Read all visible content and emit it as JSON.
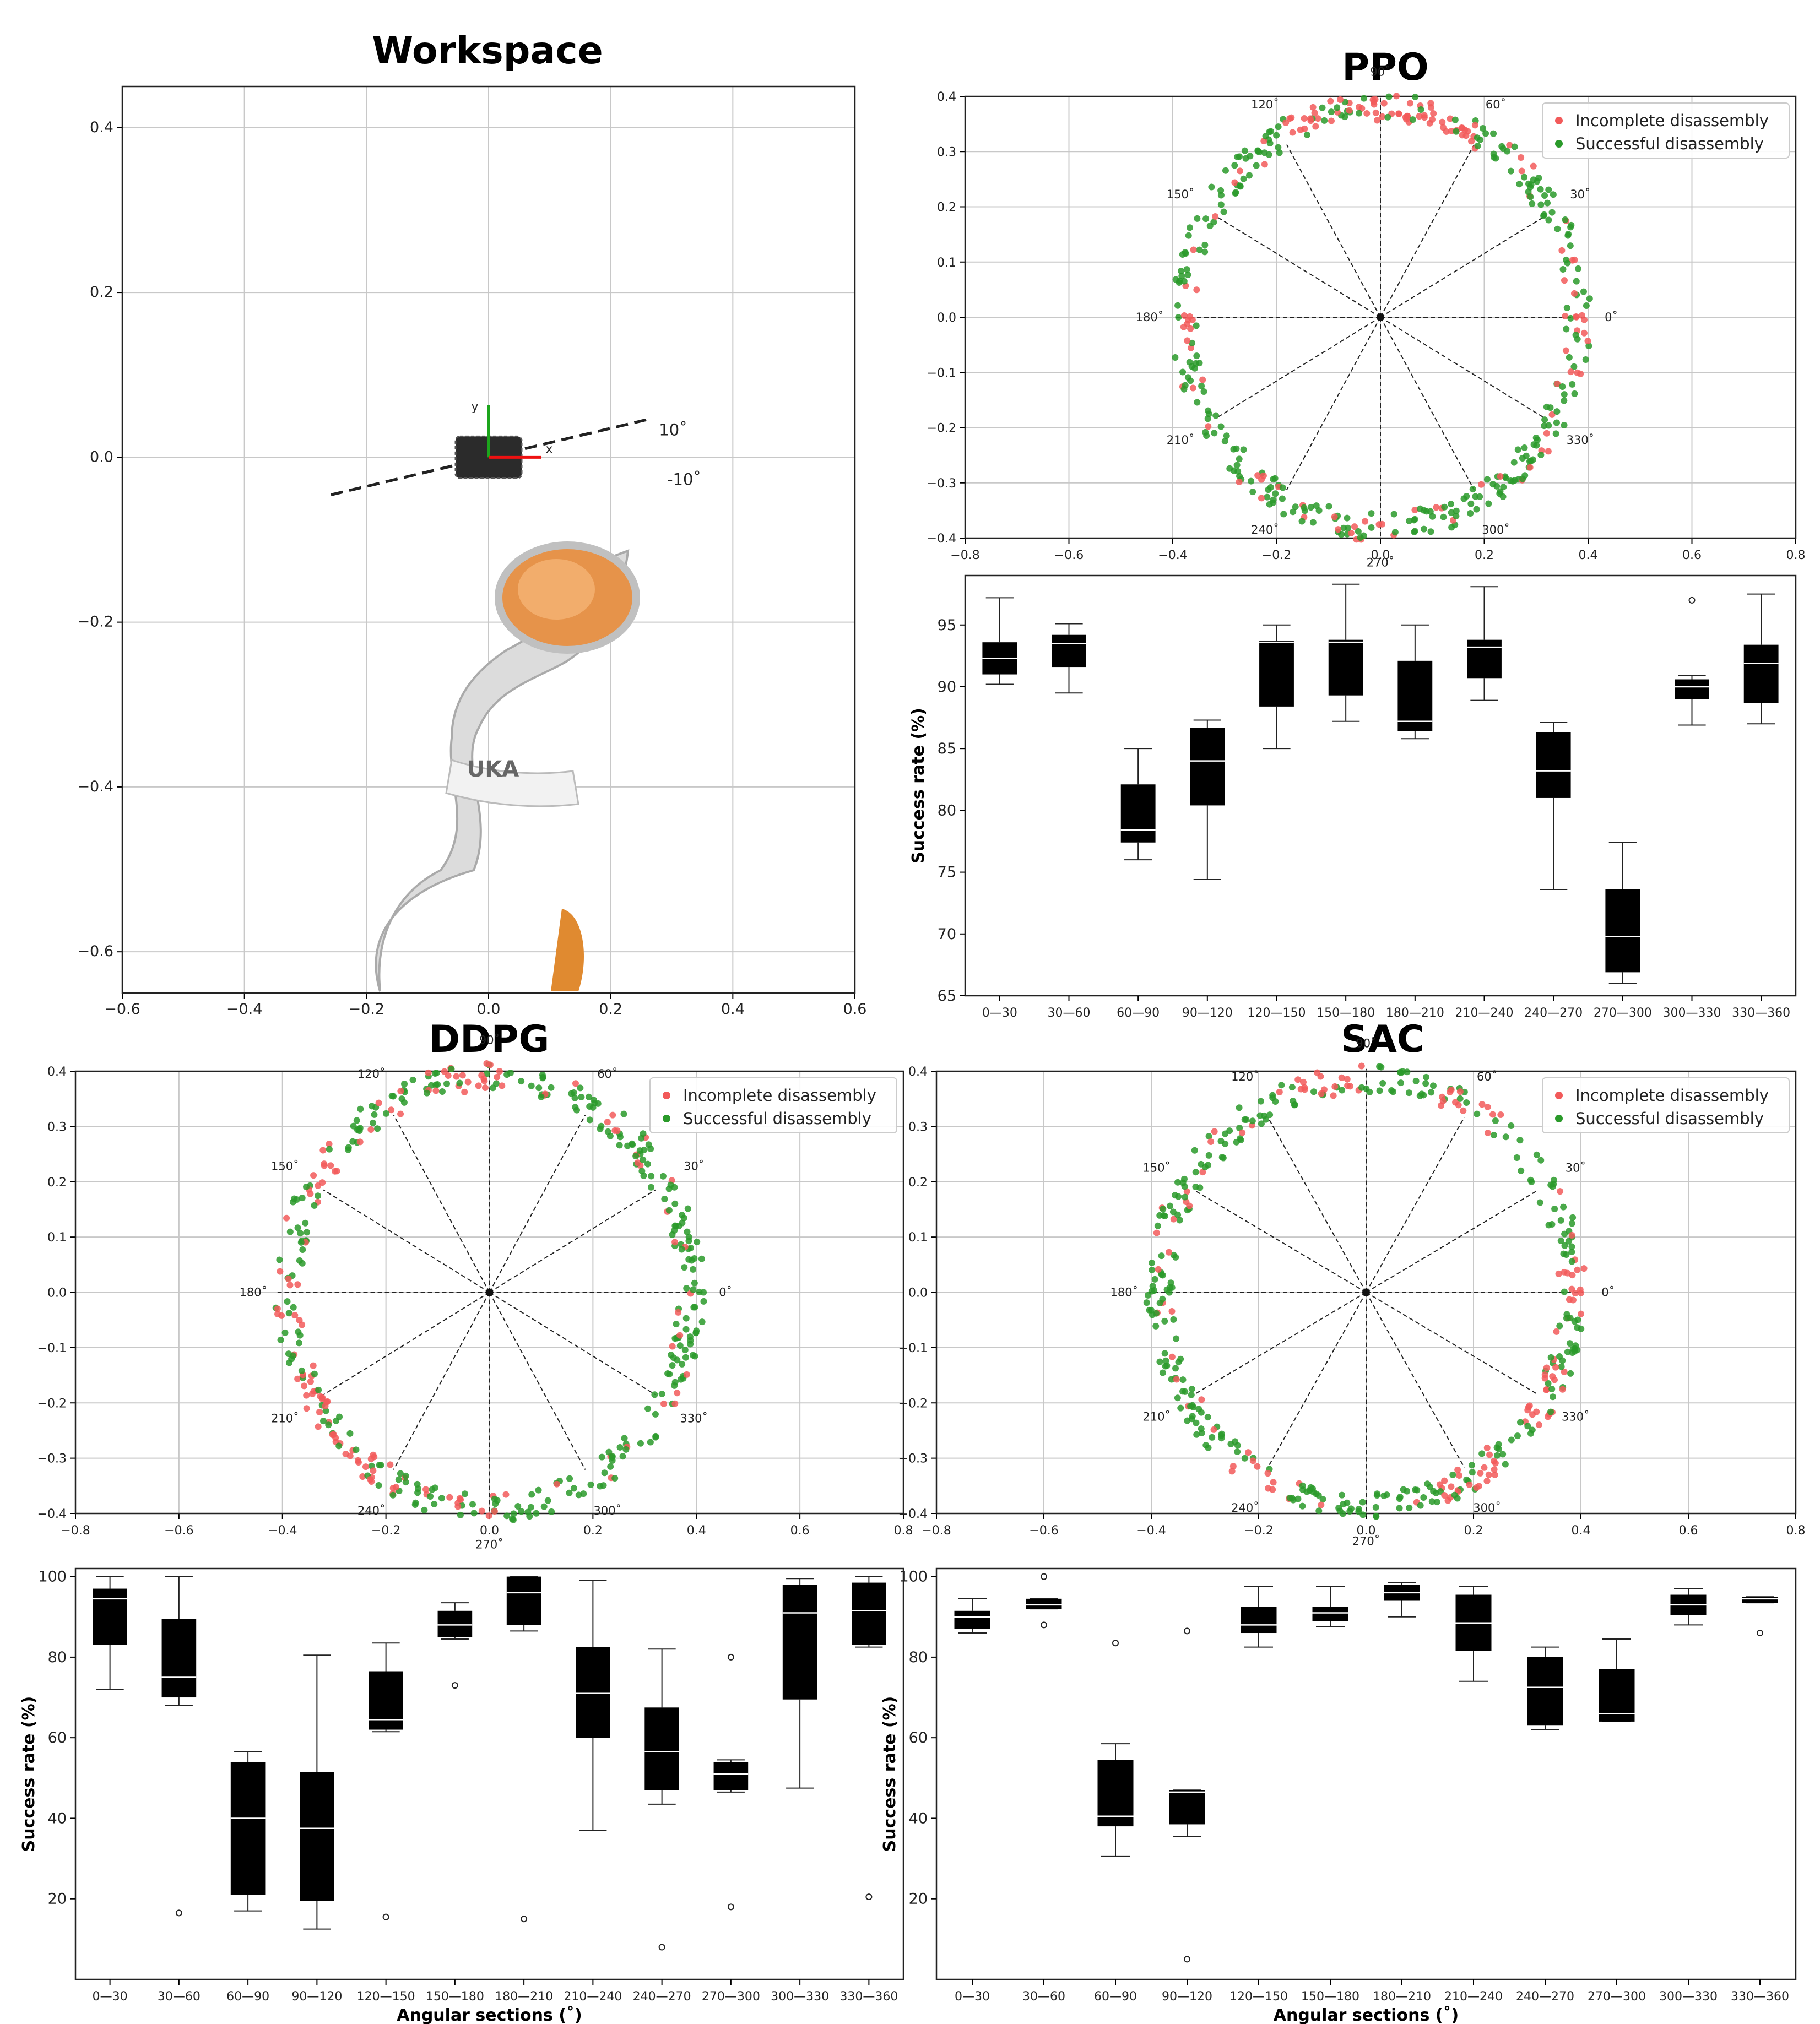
{
  "colors": {
    "incomplete": "#f25a5a",
    "successful": "#2a9a2a",
    "box": "#000000",
    "median": "#ffffff",
    "grid": "#c8c8c8"
  },
  "chart_data": [
    {
      "id": "workspace",
      "type": "scatter",
      "title": "Workspace",
      "xlim": [
        -0.6,
        0.6
      ],
      "ylim": [
        -0.65,
        0.45
      ],
      "xticks": [
        -0.6,
        -0.4,
        -0.2,
        0.0,
        0.2,
        0.4,
        0.6
      ],
      "yticks": [
        -0.6,
        -0.4,
        -0.2,
        0.0,
        0.2,
        0.4
      ],
      "grid": true,
      "angle_labels": [
        "10˚",
        "-10˚"
      ],
      "frame_labels": [
        "y",
        "x"
      ],
      "robot_label": "UKA",
      "robot_icon": "kuka-robot-arm-icon"
    },
    {
      "id": "ppo_scatter",
      "type": "scatter",
      "title": "PPO",
      "xlim": [
        -0.8,
        0.8
      ],
      "ylim": [
        -0.4,
        0.4
      ],
      "xticks": [
        -0.8,
        -0.6,
        -0.4,
        -0.2,
        0.0,
        0.2,
        0.4,
        0.6,
        0.8
      ],
      "yticks": [
        -0.4,
        -0.3,
        -0.2,
        -0.1,
        0.0,
        0.1,
        0.2,
        0.3,
        0.4
      ],
      "grid": true,
      "legend": "top-right",
      "series": [
        {
          "name": "Incomplete disassembly"
        },
        {
          "name": "Successful disassembly"
        }
      ],
      "radius": 0.38,
      "seed": 11,
      "red_fraction": 0.28,
      "red_angles": [
        90,
        110,
        70,
        270,
        0,
        180
      ],
      "angle_labels": [
        "0˚",
        "30˚",
        "60˚",
        "90˚",
        "120˚",
        "150˚",
        "180˚",
        "210˚",
        "240˚",
        "270˚",
        "300˚",
        "330˚"
      ]
    },
    {
      "id": "ppo_box",
      "type": "box",
      "ylabel": "Success rate (%)",
      "xlabel": "",
      "ylim": [
        65,
        99
      ],
      "yticks": [
        65,
        70,
        75,
        80,
        85,
        90,
        95
      ],
      "categories": [
        "0—30",
        "30—60",
        "60—90",
        "90—120",
        "120—150",
        "150—180",
        "180—210",
        "210—240",
        "240—270",
        "270—300",
        "300—330",
        "330—360"
      ],
      "boxes": [
        {
          "min": 90.2,
          "q1": 91.0,
          "med": 92.3,
          "q3": 93.6,
          "max": 97.2,
          "outliers": []
        },
        {
          "min": 89.5,
          "q1": 91.6,
          "med": 93.5,
          "q3": 94.2,
          "max": 95.1,
          "outliers": []
        },
        {
          "min": 76.0,
          "q1": 77.4,
          "med": 78.4,
          "q3": 82.1,
          "max": 85.0,
          "outliers": []
        },
        {
          "min": 74.4,
          "q1": 80.4,
          "med": 84.0,
          "q3": 86.7,
          "max": 87.3,
          "outliers": []
        },
        {
          "min": 85.0,
          "q1": 88.4,
          "med": 93.6,
          "q3": 93.7,
          "max": 95.0,
          "outliers": []
        },
        {
          "min": 87.2,
          "q1": 89.3,
          "med": 93.6,
          "q3": 93.8,
          "max": 98.3,
          "outliers": []
        },
        {
          "min": 85.8,
          "q1": 86.4,
          "med": 87.2,
          "q3": 92.1,
          "max": 95.0,
          "outliers": []
        },
        {
          "min": 88.9,
          "q1": 90.7,
          "med": 93.2,
          "q3": 93.8,
          "max": 98.1,
          "outliers": []
        },
        {
          "min": 73.6,
          "q1": 81.0,
          "med": 83.2,
          "q3": 86.3,
          "max": 87.1,
          "outliers": []
        },
        {
          "min": 66.0,
          "q1": 66.9,
          "med": 69.8,
          "q3": 73.6,
          "max": 77.4,
          "outliers": []
        },
        {
          "min": 86.9,
          "q1": 89.0,
          "med": 90.0,
          "q3": 90.6,
          "max": 90.9,
          "outliers": [
            97.0
          ]
        },
        {
          "min": 87.0,
          "q1": 88.7,
          "med": 91.9,
          "q3": 93.4,
          "max": 97.5,
          "outliers": []
        }
      ]
    },
    {
      "id": "ddpg_scatter",
      "type": "scatter",
      "title": "DDPG",
      "xlim": [
        -0.8,
        0.8
      ],
      "ylim": [
        -0.4,
        0.4
      ],
      "xticks": [
        -0.8,
        -0.6,
        -0.4,
        -0.2,
        0.0,
        0.2,
        0.4,
        0.6,
        0.8
      ],
      "yticks": [
        -0.4,
        -0.3,
        -0.2,
        -0.1,
        0.0,
        0.1,
        0.2,
        0.3,
        0.4
      ],
      "grid": true,
      "legend": "top-right",
      "series": [
        {
          "name": "Incomplete disassembly"
        },
        {
          "name": "Successful disassembly"
        }
      ],
      "radius": 0.39,
      "seed": 29,
      "red_fraction": 0.22,
      "red_angles": [
        95,
        145,
        210,
        230,
        265,
        180
      ],
      "angle_labels": [
        "0˚",
        "30˚",
        "60˚",
        "90˚",
        "120˚",
        "150˚",
        "180˚",
        "210˚",
        "240˚",
        "270˚",
        "300˚",
        "330˚"
      ]
    },
    {
      "id": "ddpg_box",
      "type": "box",
      "ylabel": "Success rate (%)",
      "xlabel": "Angular sections (˚)",
      "ylim": [
        0,
        102
      ],
      "yticks": [
        20,
        40,
        60,
        80,
        100
      ],
      "categories": [
        "0—30",
        "30—60",
        "60—90",
        "90—120",
        "120—150",
        "150—180",
        "180—210",
        "210—240",
        "240—270",
        "270—300",
        "300—330",
        "330—360"
      ],
      "boxes": [
        {
          "min": 72.0,
          "q1": 83.0,
          "med": 94.5,
          "q3": 97.0,
          "max": 100.0,
          "outliers": []
        },
        {
          "min": 68.0,
          "q1": 70.0,
          "med": 75.0,
          "q3": 89.5,
          "max": 100.0,
          "outliers": [
            16.5
          ]
        },
        {
          "min": 17.0,
          "q1": 21.0,
          "med": 40.0,
          "q3": 54.0,
          "max": 56.5,
          "outliers": []
        },
        {
          "min": 12.5,
          "q1": 19.5,
          "med": 37.5,
          "q3": 51.5,
          "max": 80.5,
          "outliers": []
        },
        {
          "min": 61.5,
          "q1": 62.0,
          "med": 64.5,
          "q3": 76.5,
          "max": 83.5,
          "outliers": [
            15.5
          ]
        },
        {
          "min": 84.5,
          "q1": 85.0,
          "med": 88.0,
          "q3": 91.5,
          "max": 93.5,
          "outliers": [
            73.0
          ]
        },
        {
          "min": 86.5,
          "q1": 88.0,
          "med": 96.0,
          "q3": 100.0,
          "max": 100.0,
          "outliers": [
            15.0
          ]
        },
        {
          "min": 37.0,
          "q1": 60.0,
          "med": 71.0,
          "q3": 82.5,
          "max": 99.0,
          "outliers": []
        },
        {
          "min": 43.5,
          "q1": 47.0,
          "med": 56.5,
          "q3": 67.5,
          "max": 82.0,
          "outliers": [
            8.0
          ]
        },
        {
          "min": 46.5,
          "q1": 47.0,
          "med": 51.0,
          "q3": 54.0,
          "max": 54.5,
          "outliers": [
            80.0,
            18.0
          ]
        },
        {
          "min": 47.5,
          "q1": 69.5,
          "med": 91.0,
          "q3": 98.0,
          "max": 99.5,
          "outliers": []
        },
        {
          "min": 82.5,
          "q1": 83.0,
          "med": 91.5,
          "q3": 98.5,
          "max": 100.0,
          "outliers": [
            20.5
          ]
        }
      ]
    },
    {
      "id": "sac_scatter",
      "type": "scatter",
      "title": "SAC",
      "xlim": [
        -0.8,
        0.8
      ],
      "ylim": [
        -0.4,
        0.4
      ],
      "xticks": [
        -0.8,
        -0.6,
        -0.4,
        -0.2,
        0.0,
        0.2,
        0.4,
        0.6,
        0.8
      ],
      "yticks": [
        -0.4,
        -0.3,
        -0.2,
        -0.1,
        0.0,
        0.1,
        0.2,
        0.3,
        0.4
      ],
      "grid": true,
      "legend": "top-right",
      "series": [
        {
          "name": "Incomplete disassembly"
        },
        {
          "name": "Successful disassembly"
        }
      ],
      "radius": 0.385,
      "seed": 47,
      "red_fraction": 0.2,
      "red_angles": [
        100,
        60,
        240,
        330,
        0,
        300
      ],
      "angle_labels": [
        "0˚",
        "30˚",
        "60˚",
        "90˚",
        "120˚",
        "150˚",
        "180˚",
        "210˚",
        "240˚",
        "270˚",
        "300˚",
        "330˚"
      ]
    },
    {
      "id": "sac_box",
      "type": "box",
      "ylabel": "Success rate (%)",
      "xlabel": "Angular sections (˚)",
      "ylim": [
        0,
        102
      ],
      "yticks": [
        20,
        40,
        60,
        80,
        100
      ],
      "categories": [
        "0—30",
        "30—60",
        "60—90",
        "90—120",
        "120—150",
        "150—180",
        "180—210",
        "210—240",
        "240—270",
        "270—300",
        "300—330",
        "330—360"
      ],
      "boxes": [
        {
          "min": 86.0,
          "q1": 87.0,
          "med": 90.0,
          "q3": 91.5,
          "max": 94.5,
          "outliers": []
        },
        {
          "min": 92.0,
          "q1": 92.0,
          "med": 93.0,
          "q3": 94.5,
          "max": 94.5,
          "outliers": [
            100.0,
            88.0
          ]
        },
        {
          "min": 30.5,
          "q1": 38.0,
          "med": 40.5,
          "q3": 54.5,
          "max": 58.5,
          "outliers": [
            83.5
          ]
        },
        {
          "min": 35.5,
          "q1": 38.5,
          "med": 46.5,
          "q3": 47.0,
          "max": 47.0,
          "outliers": [
            86.5,
            5.0
          ]
        },
        {
          "min": 82.5,
          "q1": 86.0,
          "med": 88.0,
          "q3": 92.5,
          "max": 97.5,
          "outliers": []
        },
        {
          "min": 87.5,
          "q1": 89.0,
          "med": 91.0,
          "q3": 92.5,
          "max": 97.5,
          "outliers": []
        },
        {
          "min": 90.0,
          "q1": 94.0,
          "med": 96.0,
          "q3": 98.0,
          "max": 98.5,
          "outliers": []
        },
        {
          "min": 74.0,
          "q1": 81.5,
          "med": 88.5,
          "q3": 95.5,
          "max": 97.5,
          "outliers": []
        },
        {
          "min": 62.0,
          "q1": 63.0,
          "med": 72.5,
          "q3": 80.0,
          "max": 82.5,
          "outliers": []
        },
        {
          "min": 64.0,
          "q1": 64.0,
          "med": 66.0,
          "q3": 77.0,
          "max": 84.5,
          "outliers": []
        },
        {
          "min": 88.0,
          "q1": 90.5,
          "med": 93.0,
          "q3": 95.5,
          "max": 97.0,
          "outliers": []
        },
        {
          "min": 93.5,
          "q1": 93.5,
          "med": 94.5,
          "q3": 95.0,
          "max": 95.0,
          "outliers": [
            86.0
          ]
        }
      ]
    }
  ]
}
